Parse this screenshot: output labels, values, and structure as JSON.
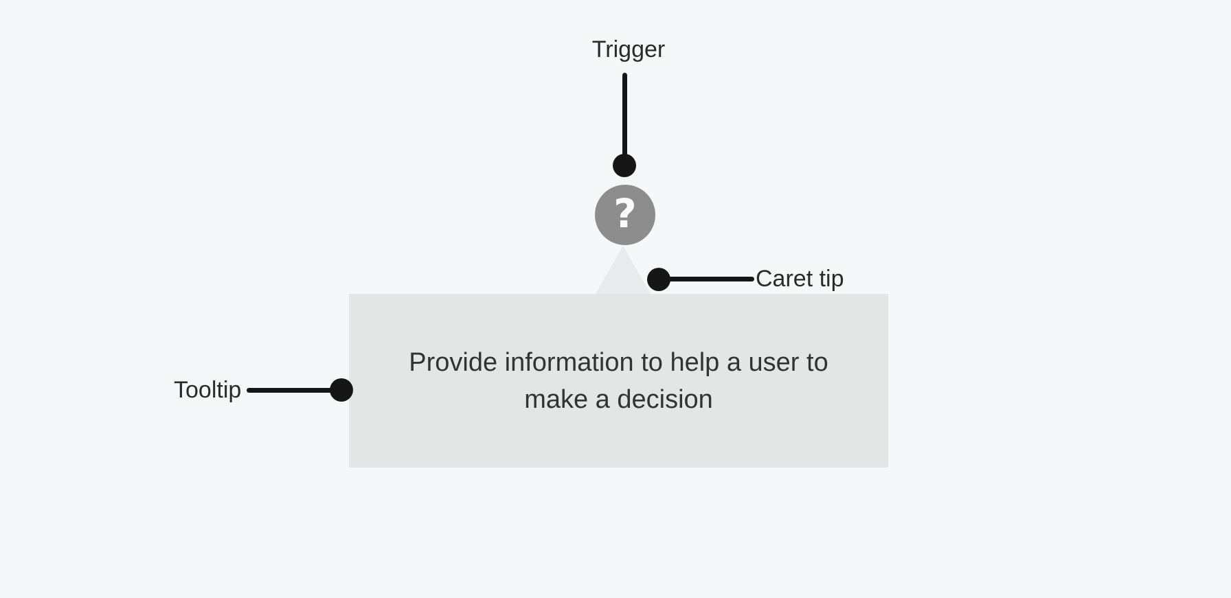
{
  "diagram": {
    "subject": "tooltip-anatomy"
  },
  "annotations": {
    "trigger": {
      "label": "Trigger"
    },
    "caret_tip": {
      "label": "Caret tip"
    },
    "tooltip": {
      "label": "Tooltip"
    }
  },
  "trigger": {
    "icon": "question-mark",
    "glyph": "?"
  },
  "tooltip": {
    "text": "Provide information to help a user to make a decision",
    "lines": [
      "Provide information to help a user to",
      "make a decision"
    ]
  },
  "colors": {
    "background": "#f6f7f9",
    "annotation_ink": "#161616",
    "label_text": "#2a2a2a",
    "trigger_circle": "#8d8d8d",
    "trigger_glyph": "#fbfbfb",
    "tooltip_background": "#e4e5e5",
    "caret_background": "#e9eaeb",
    "tooltip_text": "#333333"
  }
}
